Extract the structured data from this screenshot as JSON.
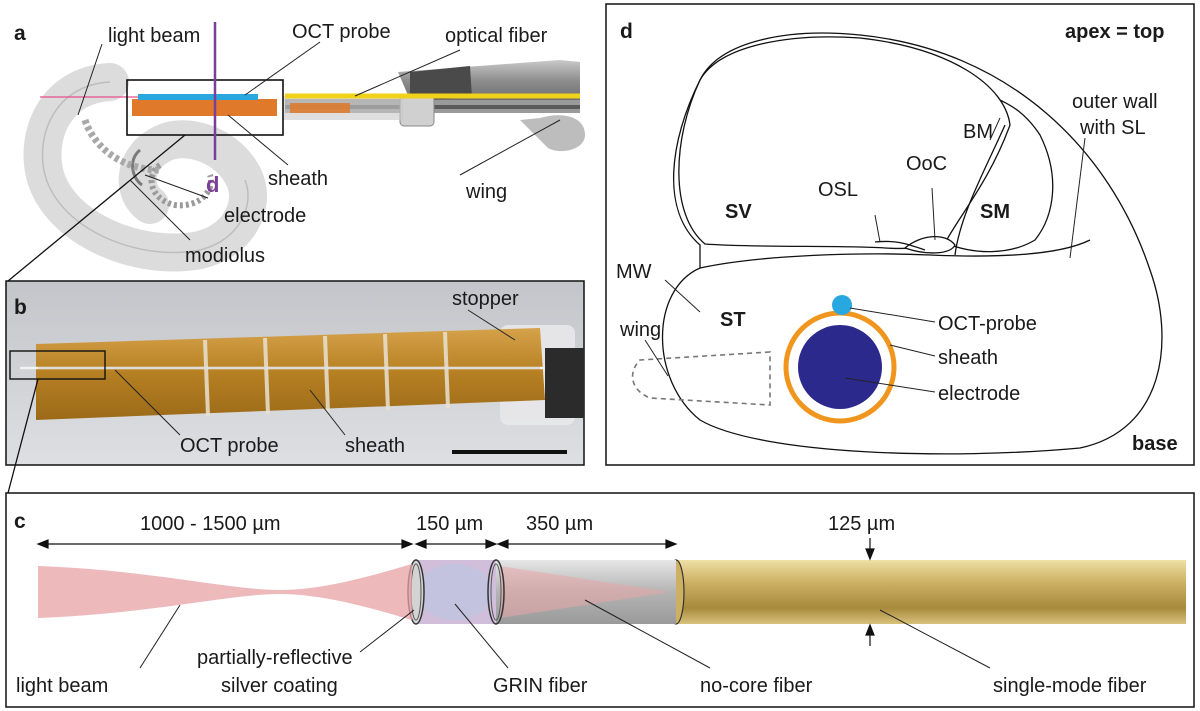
{
  "panel_a": {
    "letter": "a",
    "labels": {
      "light_beam": "light beam",
      "oct_probe": "OCT probe",
      "optical_fiber": "optical fiber",
      "sheath": "sheath",
      "wing": "wing",
      "electrode": "electrode",
      "modiolus": "modiolus",
      "section_marker": "d"
    },
    "colors": {
      "beam": "#e94e8a",
      "probe": "#29a8e0",
      "sheath": "#e07a2a",
      "fiber": "#f0d21a",
      "section": "#7b3f98"
    }
  },
  "panel_b": {
    "letter": "b",
    "labels": {
      "stopper": "stopper",
      "oct_probe": "OCT probe",
      "sheath": "sheath"
    }
  },
  "panel_c": {
    "letter": "c",
    "dimensions": {
      "beam": "1000 - 1500 µm",
      "grin": "150 µm",
      "nocore": "350 µm",
      "diameter": "125 µm"
    },
    "labels": {
      "light_beam": "light beam",
      "coating_line1": "partially-reflective",
      "coating_line2": "silver coating",
      "grin_fiber": "GRIN fiber",
      "nocore_fiber": "no-core fiber",
      "smf": "single-mode fiber"
    }
  },
  "panel_d": {
    "letter": "d",
    "apex": "apex = top",
    "base": "base",
    "labels": {
      "sv": "SV",
      "sm": "SM",
      "st": "ST",
      "bm": "BM",
      "ooc": "OoC",
      "osl": "OSL",
      "outer_wall_1": "outer wall",
      "outer_wall_2": "with SL",
      "mw": "MW",
      "wing": "wing",
      "oct_probe": "OCT-probe",
      "sheath": "sheath",
      "electrode": "electrode"
    },
    "colors": {
      "probe": "#29a8e0",
      "sheath": "#f0961e",
      "electrode": "#2b2a8c"
    }
  }
}
